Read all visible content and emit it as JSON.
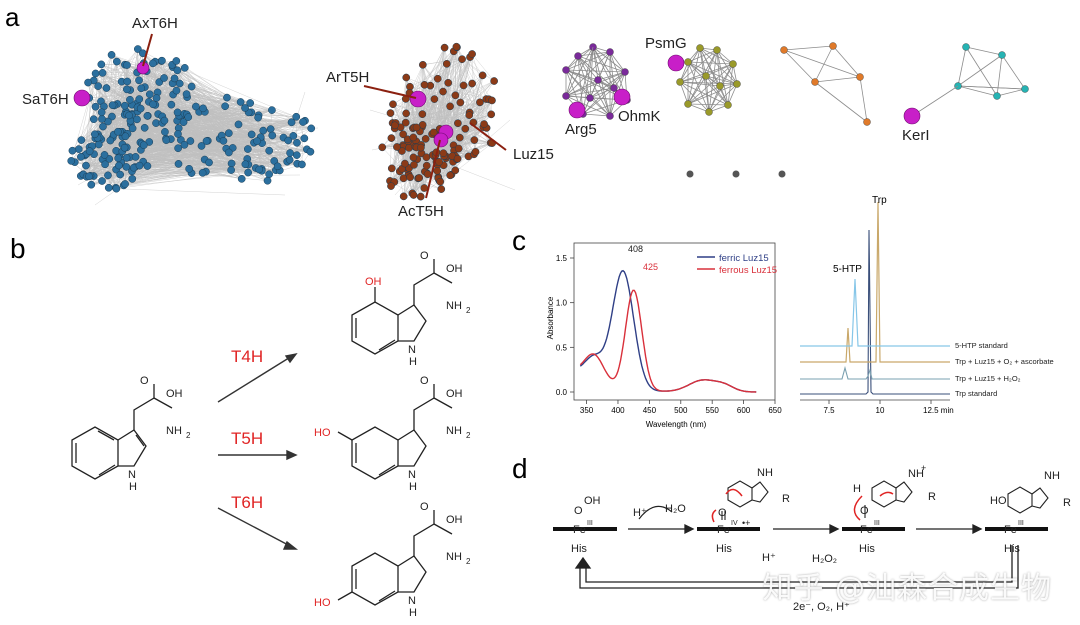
{
  "panels": {
    "a": {
      "letter": "a",
      "labels": [
        "AxT6H",
        "SaT6H",
        "ArT5H",
        "Luz15",
        "AcT5H",
        "PsmG",
        "Arg5",
        "OhmK",
        "KerI"
      ]
    },
    "b": {
      "letter": "b",
      "enzymes": [
        "T4H",
        "T5H",
        "T6H"
      ],
      "atoms": {
        "oh": "OH",
        "nh2": "NH",
        "nh2_sub": "2",
        "nh": "N",
        "h": "H",
        "o": "O",
        "ho": "HO"
      }
    },
    "c": {
      "letter": "c",
      "uvvis": {
        "ylabel": "Absorbance",
        "xlabel": "Wavelength (nm)",
        "yticks": [
          "0.0",
          "0.5",
          "1.0",
          "1.5"
        ],
        "xticks": [
          "350",
          "400",
          "450",
          "500",
          "550",
          "600",
          "650"
        ],
        "peak1": "408",
        "peak2": "425",
        "legend": [
          {
            "name": "ferric Luz15",
            "color": "#2f3f86"
          },
          {
            "name": "ferrous Luz15",
            "color": "#d9303b"
          }
        ]
      },
      "hplc": {
        "peak_trp": "Trp",
        "peak_5htp": "5-HTP",
        "traces": [
          "5-HTP standard",
          "Trp + Luz15 + O₂ + ascorbate",
          "Trp + Luz15 + H₂O₂",
          "Trp standard"
        ],
        "xticks": [
          "7.5",
          "10",
          "12.5 min"
        ]
      }
    },
    "d": {
      "letter": "d",
      "labels": {
        "his": "His",
        "fe": "Fe",
        "fe3": "III",
        "fe4": "IV",
        "radical": "•+",
        "hplus": "H⁺",
        "h2o": "H₂O",
        "r": "R",
        "oo": "O",
        "oh_h": "OH",
        "h": "H",
        "nh": "NH",
        "plus": "+",
        "h2o2": "H₂O₂",
        "bottom": "2e⁻, O₂, H⁺",
        "ho": "HO",
        "n": "N"
      }
    }
  },
  "colors": {
    "blue_node": "#2b6f9e",
    "brown_node": "#8b3a17",
    "magenta": "#c81fc8",
    "purple_node": "#7a2a9a",
    "olive_node": "#9a9a2a",
    "orange_node": "#e07a2a",
    "cyan_node": "#26b3b3",
    "red_text": "#e02424",
    "edge": "#8c8c8c"
  },
  "watermark": "知乎 @汕森合成生物"
}
